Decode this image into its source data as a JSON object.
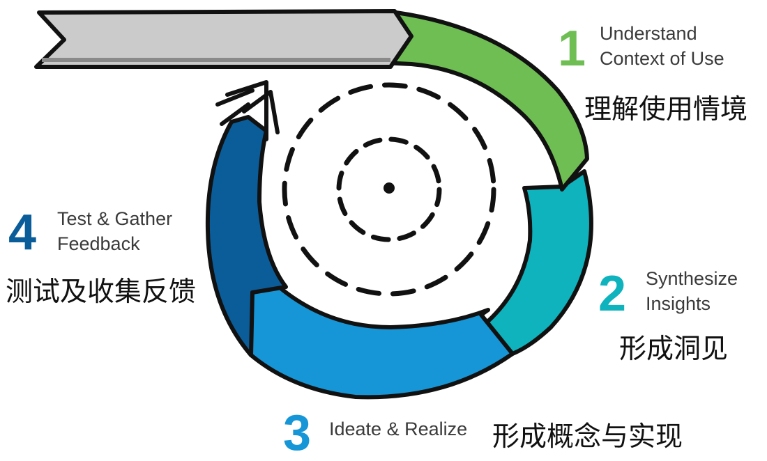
{
  "colors": {
    "step1": "#6fbe54",
    "step2": "#0eb3bd",
    "step3": "#1696d6",
    "step4": "#0b5d9a",
    "banner": "#cbcbcb",
    "outline": "#111111"
  },
  "steps": [
    {
      "number": "1",
      "en_line1": "Understand",
      "en_line2": "Context of Use",
      "zh": "理解使用情境"
    },
    {
      "number": "2",
      "en_line1": "Synthesize",
      "en_line2": "Insights",
      "zh": "形成洞见"
    },
    {
      "number": "3",
      "en_line1": "Ideate & Realize",
      "en_line2": "",
      "zh": "形成概念与实现"
    },
    {
      "number": "4",
      "en_line1": "Test & Gather",
      "en_line2": "Feedback",
      "zh": "测试及收集反馈"
    }
  ]
}
